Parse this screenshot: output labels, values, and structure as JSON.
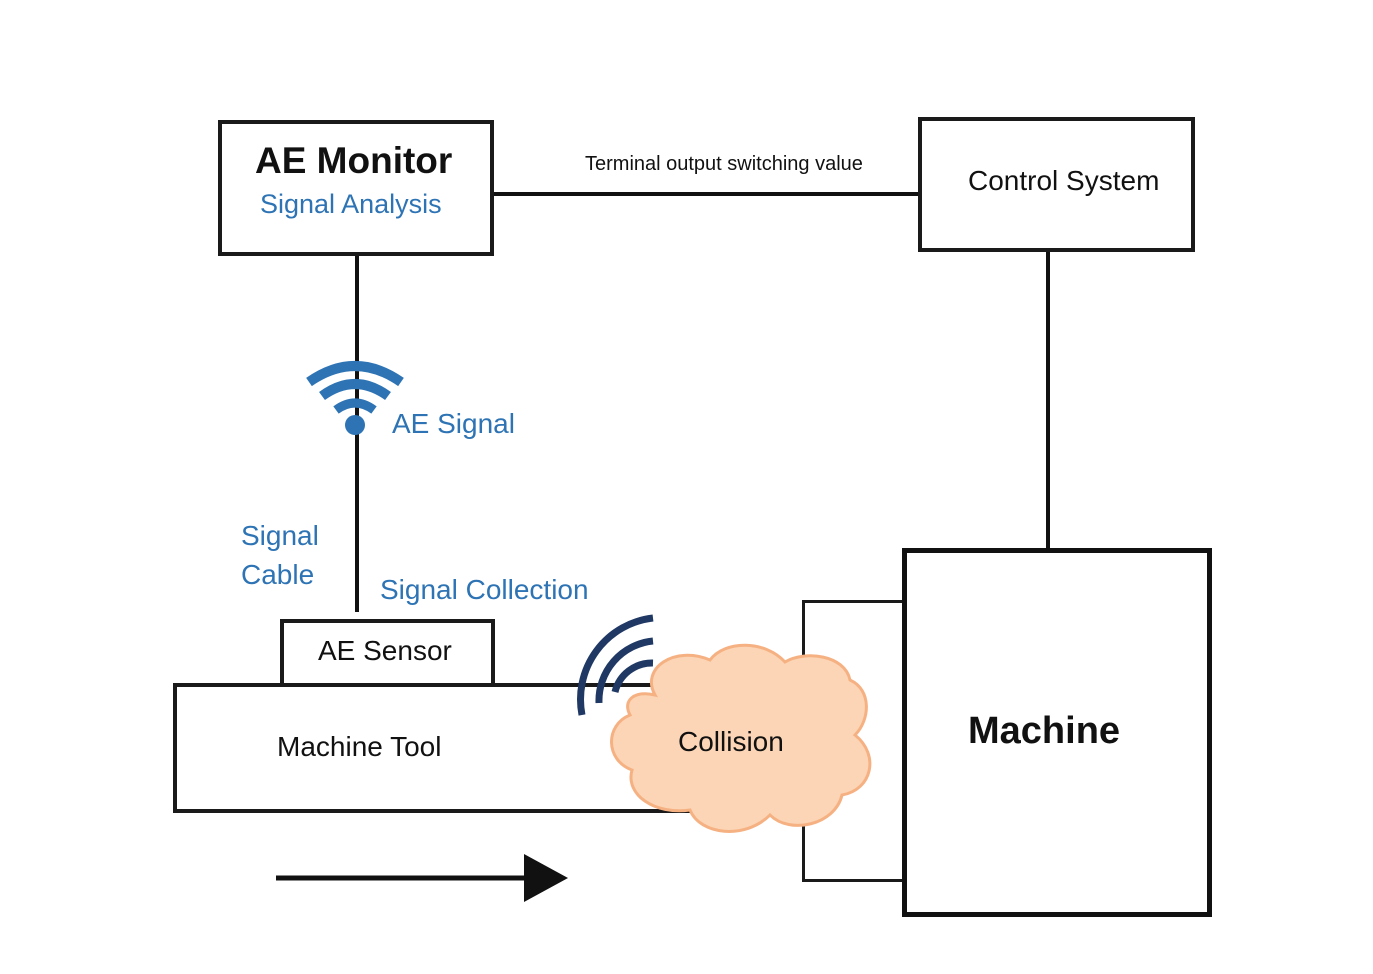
{
  "ae_monitor": {
    "title": "AE Monitor",
    "subtitle": "Signal Analysis"
  },
  "link_label": "Terminal output switching value",
  "control_system": {
    "label": "Control System"
  },
  "wireless": {
    "label": "AE Signal",
    "icon": "wifi-icon"
  },
  "signal_cable": {
    "line1": "Signal",
    "line2": "Cable"
  },
  "signal_collection": {
    "label": "Signal Collection",
    "icon": "signal-waves-icon"
  },
  "ae_sensor": {
    "label": "AE Sensor"
  },
  "machine_tool": {
    "label": "Machine Tool"
  },
  "collision": {
    "label": "Collision",
    "icon": "cloud-shape"
  },
  "machine": {
    "label": "Machine"
  },
  "colors": {
    "accent": "#2e74b5",
    "wave": "#1f3864",
    "cloud_fill": "#fbd5b5",
    "cloud_stroke": "#f6b183"
  }
}
